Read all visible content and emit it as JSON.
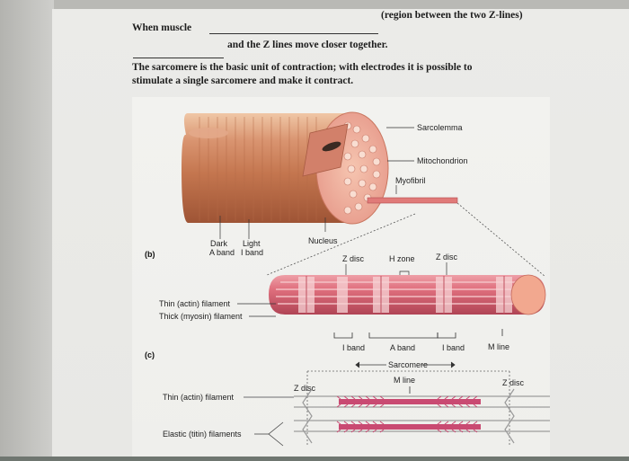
{
  "text": {
    "line1_start": "When muscle",
    "line1_end": "(region between the two Z-lines)",
    "line2": "and the Z lines move closer together.",
    "para_line1": "The sarcomere is the basic unit of contraction; with electrodes it is possible to",
    "para_line2": "stimulate a single sarcomere and make it contract."
  },
  "figure": {
    "panel_b": "(b)",
    "panel_c": "(c)",
    "labels": {
      "sarcolemma": "Sarcolemma",
      "mitochondrion": "Mitochondrion",
      "myofibril": "Myofibril",
      "dark_a_band_1": "Dark",
      "dark_a_band_2": "A band",
      "light_i_band_1": "Light",
      "light_i_band_2": "I band",
      "nucleus": "Nucleus",
      "z_disc_b": "Z disc",
      "h_zone": "H zone",
      "z_disc_b2": "Z disc",
      "thin_filament_b": "Thin (actin) filament",
      "thick_filament_b": "Thick (myosin) filament",
      "i_band_1": "I band",
      "a_band": "A band",
      "i_band_2": "I band",
      "m_line_b": "M line",
      "sarcomere": "Sarcomere",
      "m_line_c": "M line",
      "z_disc_c1": "Z disc",
      "z_disc_c2": "Z disc",
      "thin_filament_c": "Thin (actin) filament",
      "elastic_filaments": "Elastic (titin) filaments"
    }
  }
}
